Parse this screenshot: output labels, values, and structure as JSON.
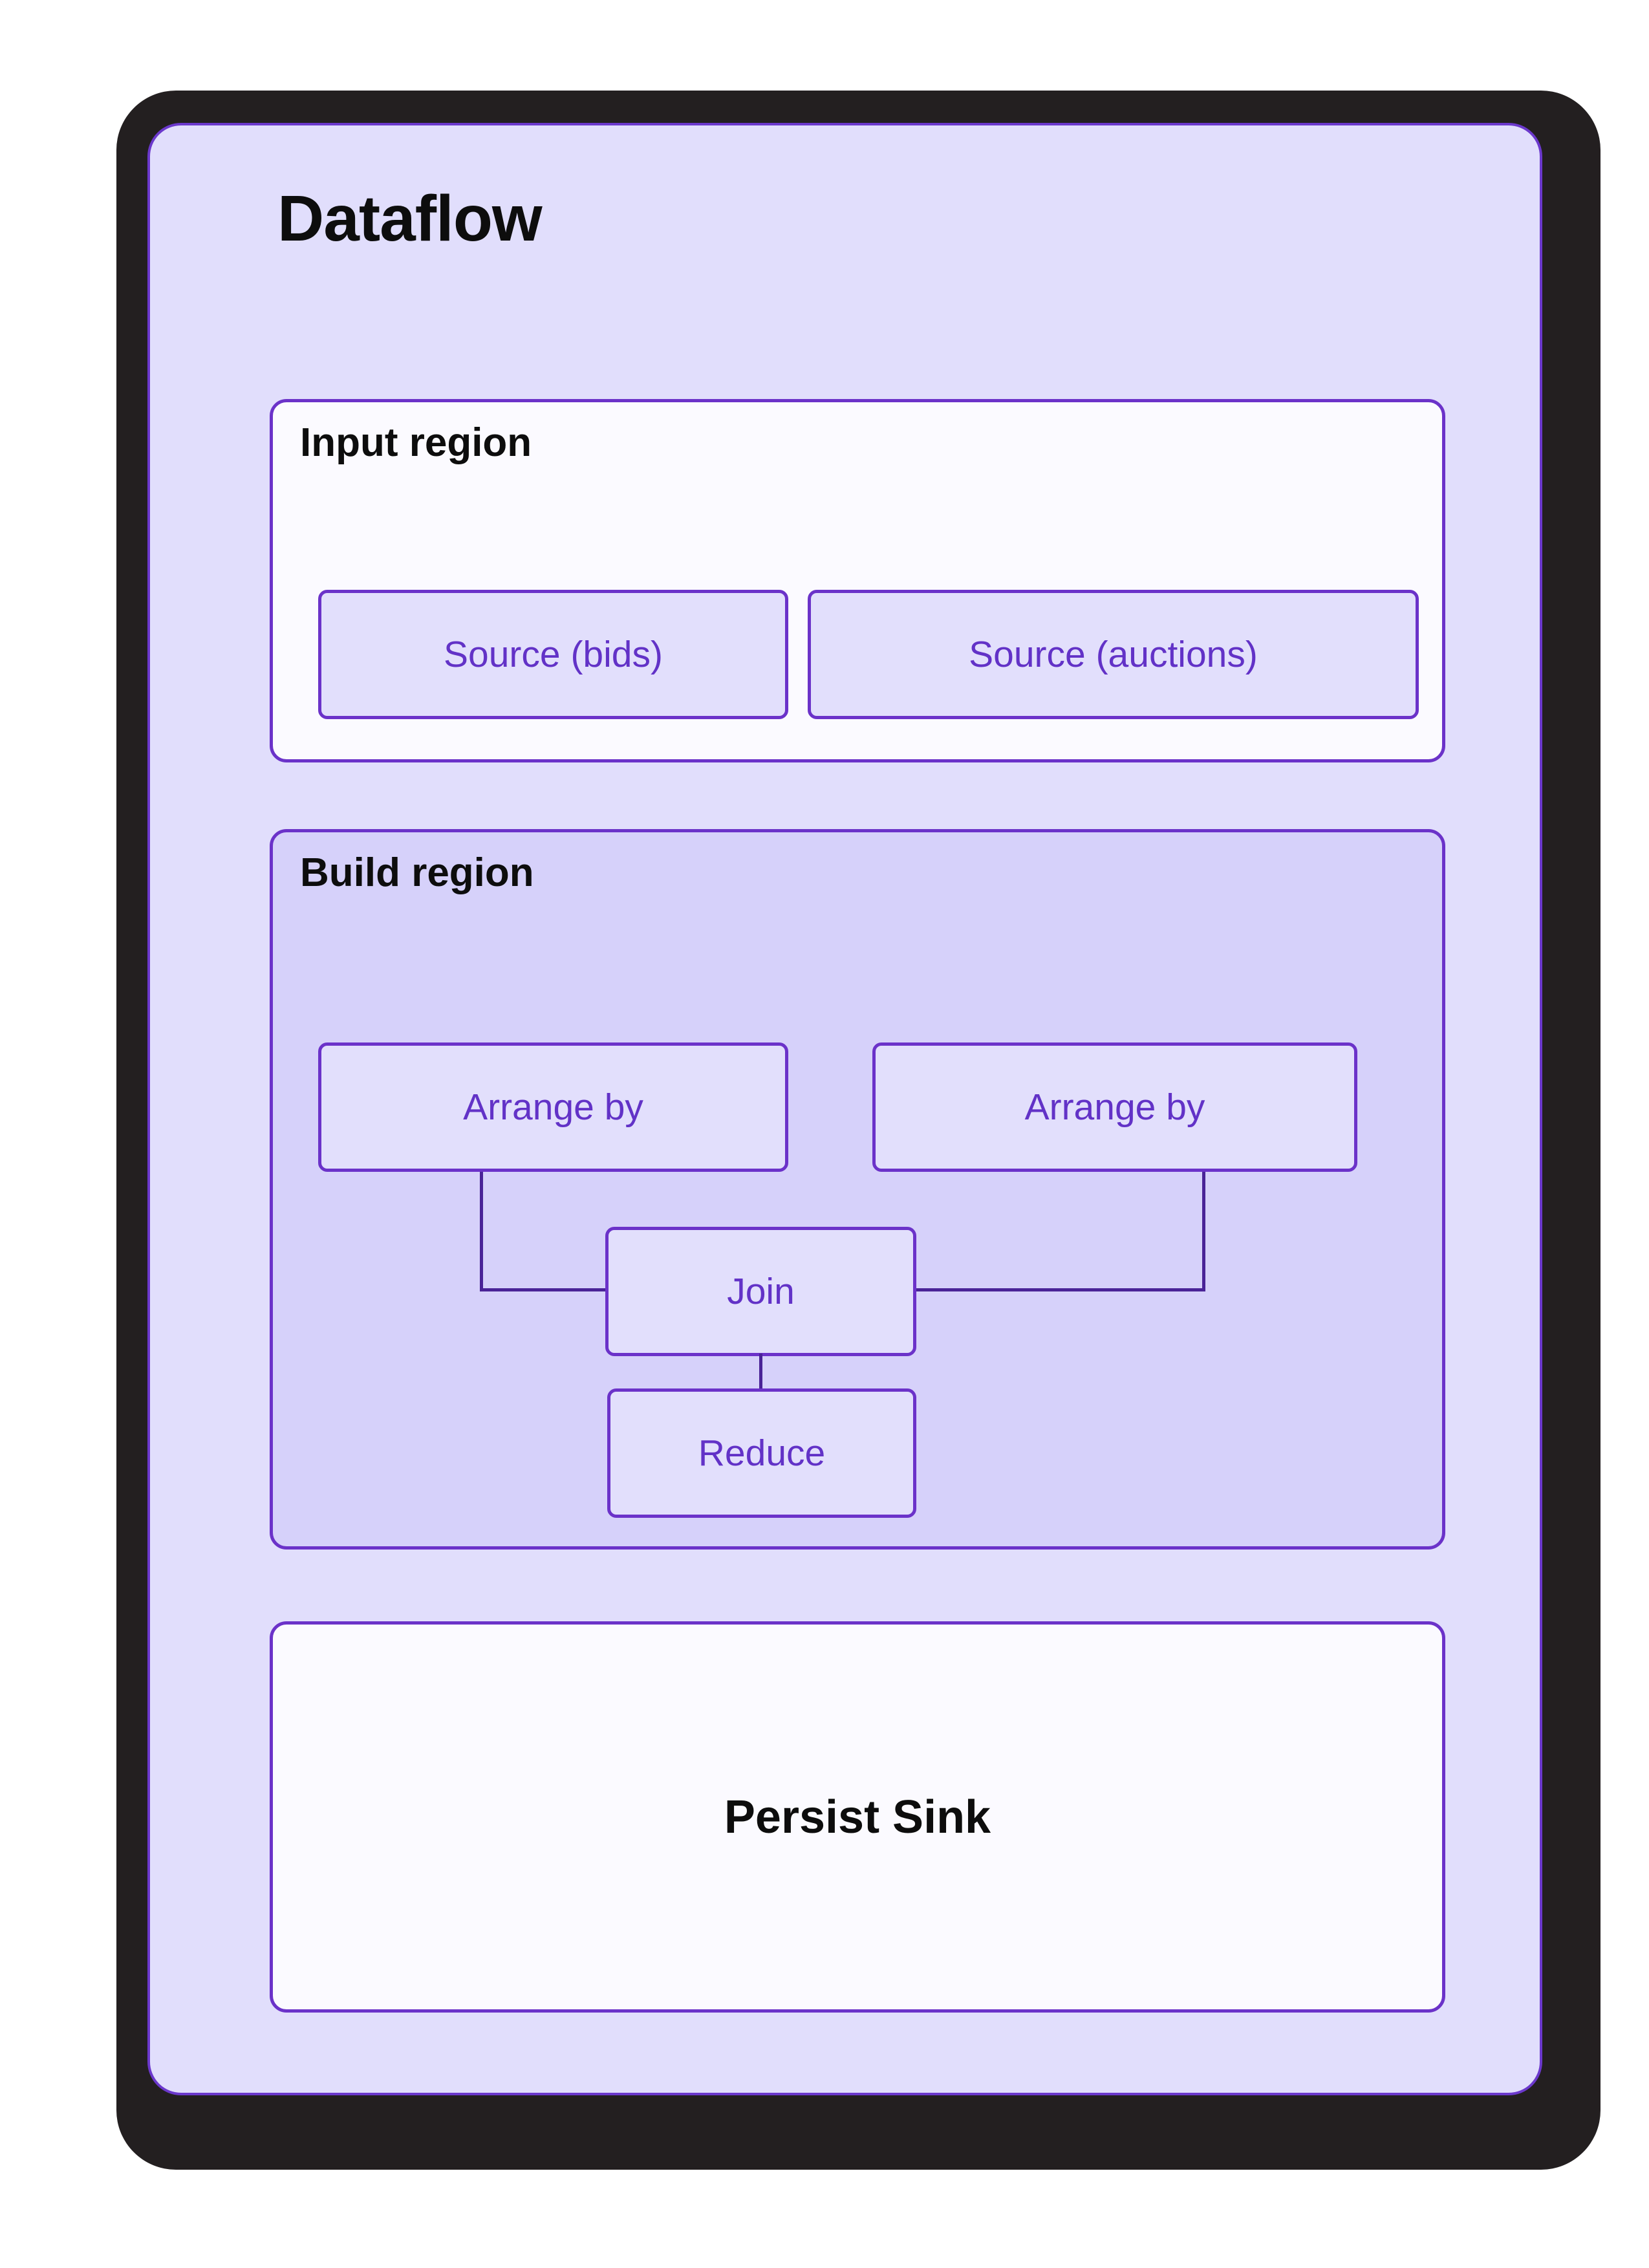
{
  "title": "Dataflow",
  "colors": {
    "frame": "#231f20",
    "card_background": "#e1defc",
    "card_border": "#6b38cc",
    "region_border": "#6b32c9",
    "region_light_background": "#fbfaff",
    "region_build_background": "#d6d1fa",
    "node_background": "#e2dffc",
    "node_text": "#6232c7",
    "edge": "#4a2397",
    "heading_text": "#0d0d0d"
  },
  "regions": {
    "input": {
      "title": "Input region",
      "nodes": [
        {
          "label": "Source (bids)"
        },
        {
          "label": "Source (auctions)"
        }
      ]
    },
    "build": {
      "title": "Build region",
      "nodes": [
        {
          "label": "Arrange by"
        },
        {
          "label": "Arrange by"
        },
        {
          "label": "Join"
        },
        {
          "label": "Reduce"
        }
      ],
      "edges": [
        {
          "from": "Arrange by (left)",
          "to": "Join"
        },
        {
          "from": "Arrange by (right)",
          "to": "Join"
        },
        {
          "from": "Join",
          "to": "Reduce"
        }
      ]
    },
    "sink": {
      "label": "Persist Sink"
    }
  }
}
